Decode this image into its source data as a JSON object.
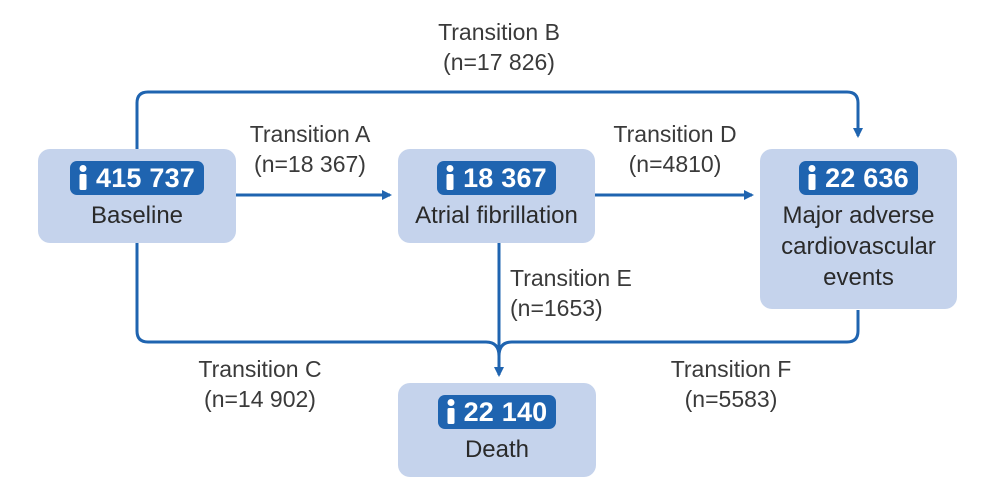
{
  "colors": {
    "node_fill": "#c5d3ec",
    "badge_fill": "#1f64b0",
    "arrow": "#1f64b0",
    "text": "#3a3a3a"
  },
  "nodes": {
    "baseline": {
      "count": "415 737",
      "label": "Baseline",
      "icon": "person-icon"
    },
    "af": {
      "count": "18 367",
      "label": "Atrial fibrillation",
      "icon": "person-icon"
    },
    "mace": {
      "count": "22 636",
      "label_lines": [
        "Major adverse",
        "cardiovascular",
        "events"
      ],
      "icon": "person-icon"
    },
    "death": {
      "count": "22 140",
      "label": "Death",
      "icon": "person-icon"
    }
  },
  "transitions": {
    "a": {
      "name": "Transition A",
      "n": "(n=18 367)"
    },
    "b": {
      "name": "Transition B",
      "n": "(n=17 826)"
    },
    "c": {
      "name": "Transition C",
      "n": "(n=14 902)"
    },
    "d": {
      "name": "Transition D",
      "n": "(n=4810)"
    },
    "e": {
      "name": "Transition E",
      "n": "(n=1653)"
    },
    "f": {
      "name": "Transition F",
      "n": "(n=5583)"
    }
  }
}
